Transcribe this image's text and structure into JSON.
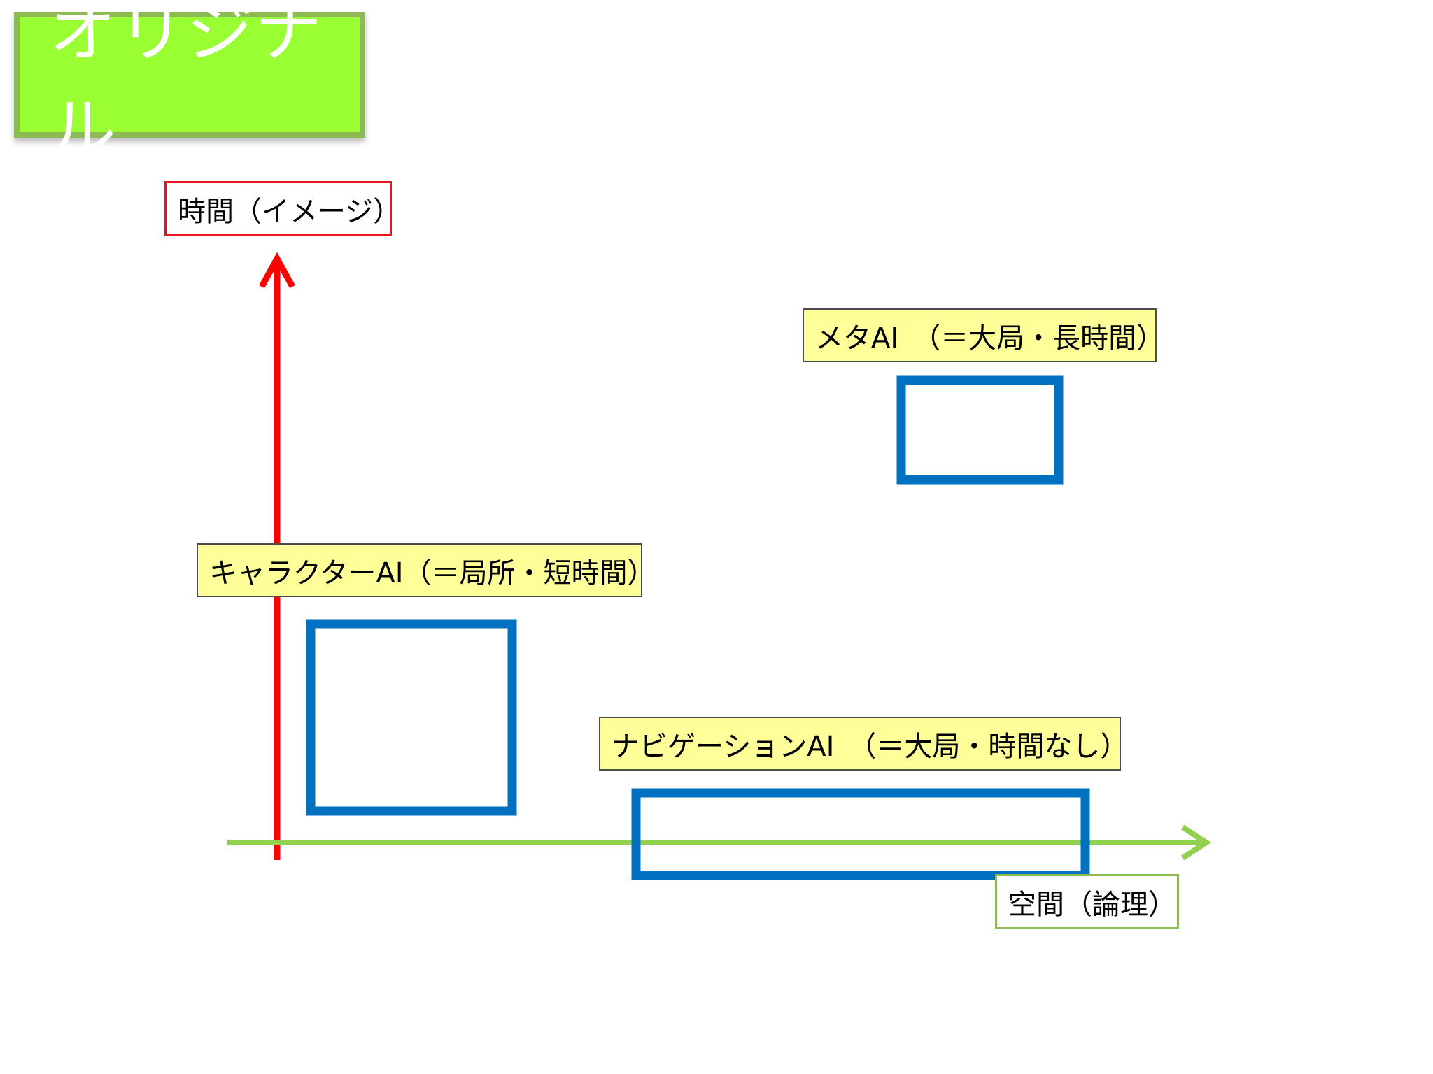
{
  "title": "オリジナル",
  "axes": {
    "y_label": "時間（イメージ）",
    "x_label": "空間（論理）",
    "y_color": "#ff0000",
    "x_color": "#92d050"
  },
  "boxes": [
    {
      "id": "meta",
      "label": "メタAI　（＝大局・長時間）"
    },
    {
      "id": "character",
      "label": "キャラクターAI（＝局所・短時間）"
    },
    {
      "id": "navigation",
      "label": "ナビゲーションAI　（＝大局・時間なし）"
    }
  ],
  "colors": {
    "title_bg": "#99ff33",
    "title_border": "#8cba55",
    "label_bg": "#ffff99",
    "box_stroke": "#0070c0"
  }
}
